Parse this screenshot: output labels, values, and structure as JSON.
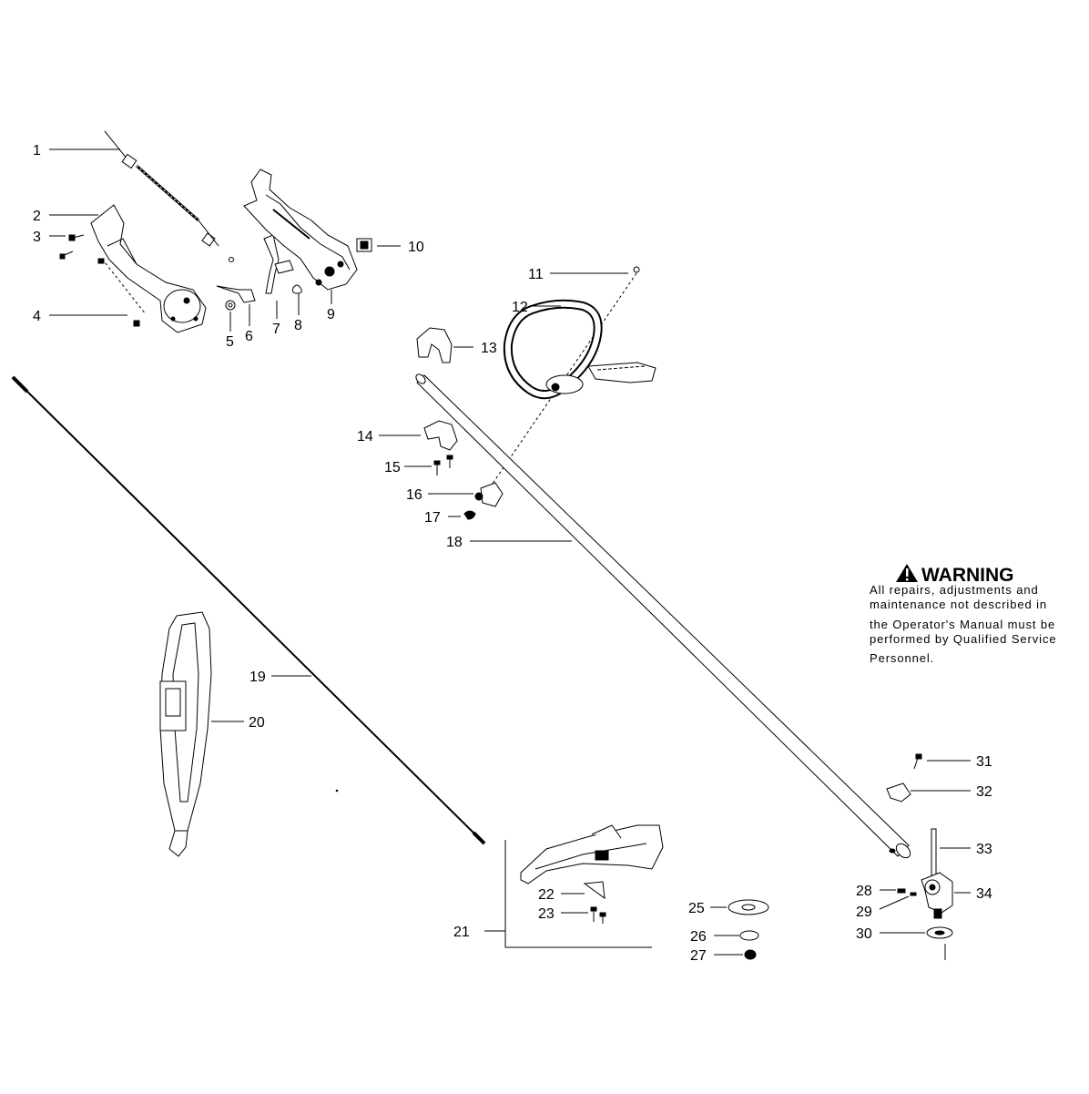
{
  "callouts": {
    "p1": "1",
    "p2": "2",
    "p3": "3",
    "p4": "4",
    "p5": "5",
    "p6": "6",
    "p7": "7",
    "p8": "8",
    "p9": "9",
    "p10": "10",
    "p11": "11",
    "p12": "12",
    "p13": "13",
    "p14": "14",
    "p15": "15",
    "p16": "16",
    "p17": "17",
    "p18": "18",
    "p19": "19",
    "p20": "20",
    "p21": "21",
    "p22": "22",
    "p23": "23",
    "p24": "25",
    "p26": "26",
    "p27": "27",
    "p28": "28",
    "p29": "29",
    "p30": "30",
    "p31": "31",
    "p32": "32",
    "p33": "33",
    "p34": "34"
  },
  "warning": {
    "icon": "warning-triangle-icon",
    "title": "WARNING",
    "lines": [
      "All repairs, adjustments and",
      "maintenance not described in",
      "the Operator's Manual must be",
      "performed by Qualified Service",
      "Personnel."
    ]
  }
}
